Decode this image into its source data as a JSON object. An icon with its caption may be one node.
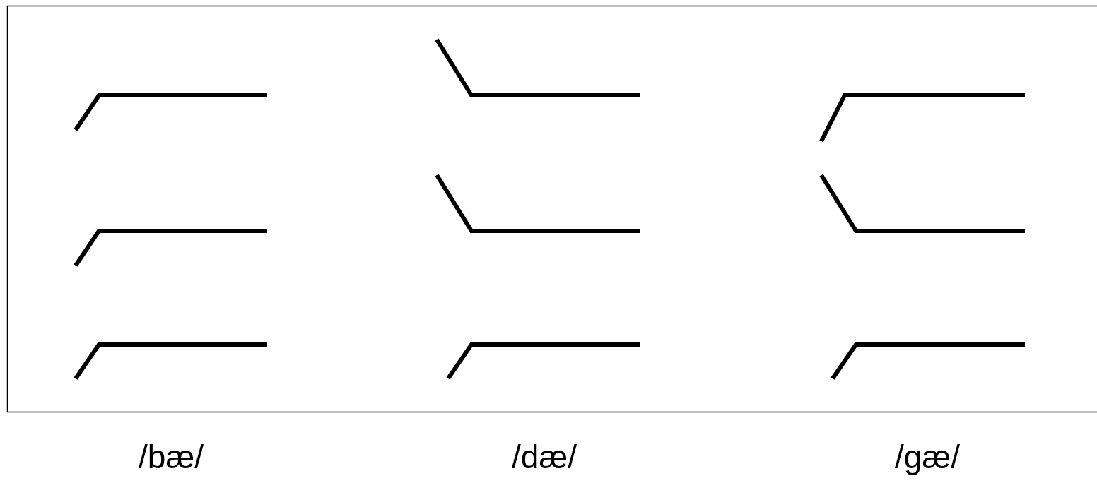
{
  "diagram": {
    "labels": [
      "/bæ/",
      "/dæ/",
      "/gæ/"
    ]
  }
}
